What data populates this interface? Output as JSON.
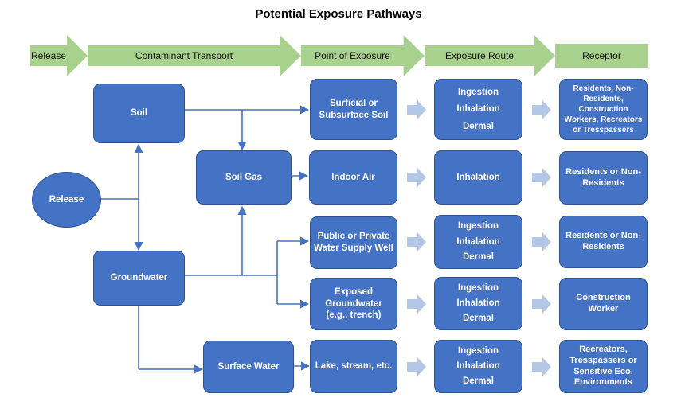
{
  "title": "Potential Exposure Pathways",
  "header": {
    "release": "Release",
    "transport": "Contaminant Transport",
    "point": "Point of Exposure",
    "route": "Exposure Route",
    "receptor": "Receptor"
  },
  "nodes": {
    "release": "Release",
    "soil": "Soil",
    "soil_gas": "Soil Gas",
    "groundwater": "Groundwater",
    "surface_water": "Surface Water"
  },
  "points": {
    "p1": "Surficial or Subsurface Soil",
    "p2": "Indoor Air",
    "p3": "Public or Private Water Supply Well",
    "p4": "Exposed Groundwater (e.g., trench)",
    "p5": "Lake, stream, etc."
  },
  "routes": {
    "ingestion": "Ingestion",
    "inhalation": "Inhalation",
    "dermal": "Dermal"
  },
  "receptors": {
    "r1": "Residents, Non-Residents, Construction Workers, Recreators or Tresspassers",
    "r2": "Residents or Non-Residents",
    "r3": "Residents or Non-Residents",
    "r4": "Construction Worker",
    "r5": "Recreators, Tresspassers or Sensitive Eco. Environments"
  },
  "colors": {
    "box_fill": "#4472c4",
    "box_border": "#2f528f",
    "header_fill": "#a9d18e",
    "arrow_fill": "#b4c7e7",
    "connector": "#4472c4"
  }
}
